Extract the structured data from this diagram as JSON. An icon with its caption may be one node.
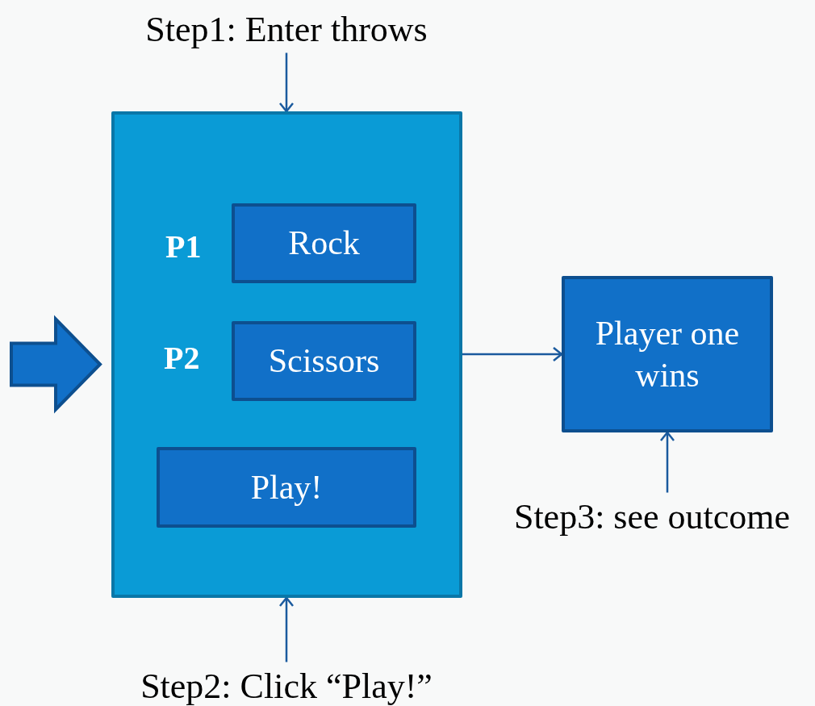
{
  "diagram": {
    "nodes": [
      {
        "text": [
          "Step1: Enter throws"
        ]
      },
      {
        "text": [],
        "shape": "box"
      },
      {
        "text": [
          "Rock"
        ],
        "in": 1
      },
      {
        "text": [
          "Scissors"
        ],
        "in": 1
      },
      {
        "text": [
          "Play!"
        ],
        "in": 1
      },
      {
        "text": [
          "Player one wins"
        ]
      },
      {
        "text": [
          "Step3: see outcome"
        ]
      },
      {
        "text": [
          "Step2: Click “Play!”"
        ]
      }
    ],
    "edges": [
      {
        "from": 0,
        "to": 1,
        "arrow": "to"
      },
      {
        "from": null,
        "to": 1,
        "arrow": "to",
        "style": "thick"
      },
      {
        "from": 1,
        "to": 5,
        "arrow": "to"
      },
      {
        "from": 6,
        "to": 5,
        "arrow": "to"
      },
      {
        "from": 7,
        "to": 1,
        "arrow": "to"
      }
    ],
    "labels": [
      "P1",
      "P2"
    ]
  }
}
